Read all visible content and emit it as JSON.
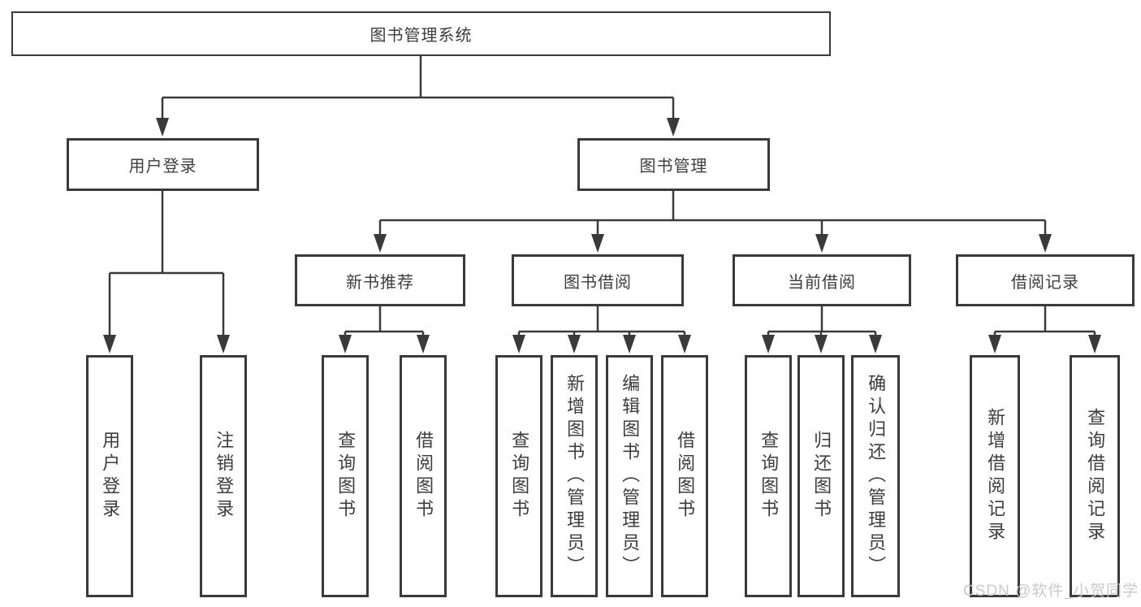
{
  "diagram": {
    "title": "图书管理系统",
    "root": {
      "label": "图书管理系统"
    },
    "level2": {
      "user_login": {
        "label": "用户登录"
      },
      "book_management": {
        "label": "图书管理"
      }
    },
    "level3": {
      "new_book_recommend": {
        "label": "新书推荐"
      },
      "book_borrow": {
        "label": "图书借阅"
      },
      "current_borrow": {
        "label": "当前借阅"
      },
      "borrow_record": {
        "label": "借阅记录"
      }
    },
    "leaves": {
      "user_login": [
        "用户登录",
        "注销登录"
      ],
      "new_book_recommend": [
        "查询图书",
        "借阅图书"
      ],
      "book_borrow": [
        "查询图书",
        "新增图书（管理员）",
        "编辑图书（管理员）",
        "借阅图书"
      ],
      "current_borrow": [
        "查询图书",
        "归还图书",
        "确认归还（管理员）"
      ],
      "borrow_record": [
        "新增借阅记录",
        "查询借阅记录"
      ]
    }
  },
  "watermark": {
    "text": "CSDN @软件_小贺同学"
  },
  "colors": {
    "line": "#3a3a3a",
    "box_border": "#3a3a3a",
    "text": "#3d3d3d",
    "background": "#ffffff",
    "watermark": "#c6c6c6"
  }
}
